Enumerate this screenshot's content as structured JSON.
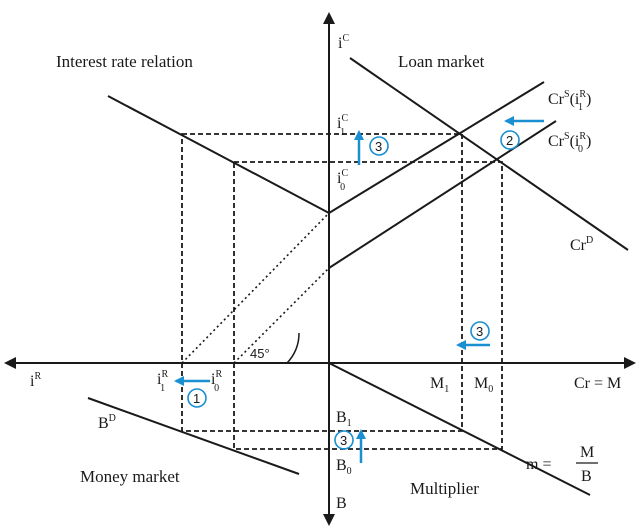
{
  "quadrants": {
    "top_left": "Interest rate relation",
    "top_right": "Loan market",
    "bottom_left": "Money market",
    "bottom_right": "Multiplier"
  },
  "axes": {
    "vertical_top": "i",
    "vertical_top_sup": "C",
    "vertical_bottom": "B",
    "horizontal_left": "i",
    "horizontal_left_sup": "R",
    "horizontal_right": "Cr = M"
  },
  "ticks": {
    "i1C": {
      "base": "i",
      "sup": "C",
      "sub": "1"
    },
    "i0C": {
      "base": "i",
      "sup": "C",
      "sub": "0"
    },
    "i1R": {
      "base": "i",
      "sup": "R",
      "sub": "1"
    },
    "i0R": {
      "base": "i",
      "sup": "R",
      "sub": "0"
    },
    "M1": {
      "base": "M",
      "sub": "1"
    },
    "M0": {
      "base": "M",
      "sub": "0"
    },
    "B1": {
      "base": "B",
      "sub": "1"
    },
    "B0": {
      "base": "B",
      "sub": "0"
    }
  },
  "curves": {
    "crs1": {
      "base": "Cr",
      "sup": "S",
      "paren_open": "(i",
      "inner_sup": "R",
      "inner_sub": "1",
      "paren_close": ")"
    },
    "crs0": {
      "base": "Cr",
      "sup": "S",
      "paren_open": "(i",
      "inner_sup": "R",
      "inner_sub": "0",
      "paren_close": ")"
    },
    "crd": {
      "base": "Cr",
      "sup": "D"
    },
    "bd": {
      "base": "B",
      "sup": "D"
    },
    "multiplier": {
      "lhs": "m =",
      "numerator": "M",
      "denominator": "B"
    }
  },
  "angle_label": "45°",
  "steps": {
    "one": "1",
    "two": "2",
    "three": "3"
  },
  "colors": {
    "ink": "#1a1a1a",
    "accent": "#1a8fd1"
  }
}
